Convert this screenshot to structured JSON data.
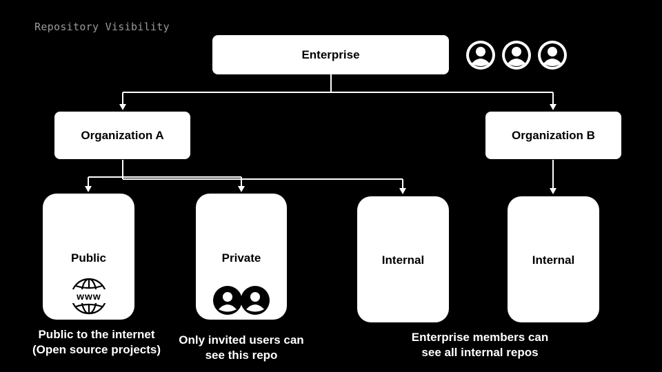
{
  "caption": "Repository Visibility",
  "enterprise": {
    "label": "Enterprise",
    "member_icons": [
      "user-circle-icon",
      "user-circle-icon",
      "user-circle-icon"
    ]
  },
  "organizations": [
    {
      "id": "a",
      "label": "Organization A"
    },
    {
      "id": "b",
      "label": "Organization B"
    }
  ],
  "repos": [
    {
      "label": "Public",
      "icon": "globe-www-icon",
      "icon_text": "www"
    },
    {
      "label": "Private",
      "icon": "two-users-icon"
    },
    {
      "label": "Internal"
    },
    {
      "label": "Internal"
    }
  ],
  "notes": {
    "public": [
      "Public to the internet",
      "(Open source projects)"
    ],
    "private": [
      "Only invited users can",
      "see this repo"
    ],
    "internal": [
      "Enterprise members can",
      "see all internal repos"
    ]
  },
  "colors": {
    "background": "#000000",
    "box": "#ffffff",
    "text": "#000000",
    "line": "#ffffff",
    "caption": "#9a9a9a"
  }
}
